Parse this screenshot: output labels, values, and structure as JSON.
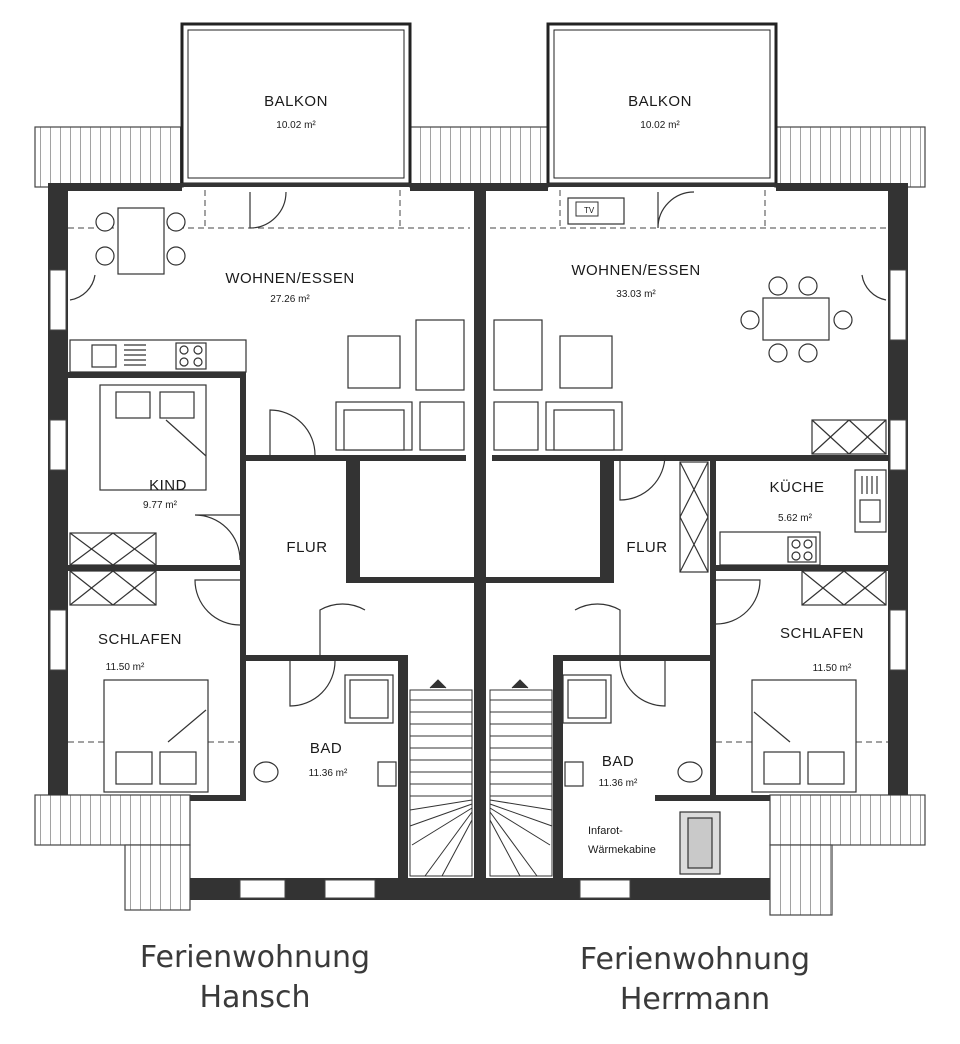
{
  "plan": {
    "left": {
      "balcony": {
        "label": "BALKON",
        "area": "10.02 m²"
      },
      "living": {
        "label": "WOHNEN/ESSEN",
        "area": "27.26 m²"
      },
      "child": {
        "label": "KIND",
        "area": "9.77 m²"
      },
      "hall": {
        "label": "FLUR"
      },
      "bedroom": {
        "label": "SCHLAFEN",
        "area": "11.50 m²"
      },
      "bath": {
        "label": "BAD",
        "area": "11.36 m²"
      },
      "caption_line1": "Ferienwohnung",
      "caption_line2": "Hansch"
    },
    "right": {
      "balcony": {
        "label": "BALKON",
        "area": "10.02 m²"
      },
      "living": {
        "label": "WOHNEN/ESSEN",
        "area": "33.03 m²"
      },
      "tv": "TV",
      "kitchen": {
        "label": "KÜCHE",
        "area": "5.62 m²"
      },
      "hall": {
        "label": "FLUR"
      },
      "bedroom": {
        "label": "SCHLAFEN",
        "area": "11.50 m²"
      },
      "bath": {
        "label": "BAD",
        "area": "11.36 m²"
      },
      "infrared_line1": "Infarot-",
      "infrared_line2": "Wärmekabine",
      "caption_line1": "Ferienwohnung",
      "caption_line2": "Herrmann"
    }
  }
}
